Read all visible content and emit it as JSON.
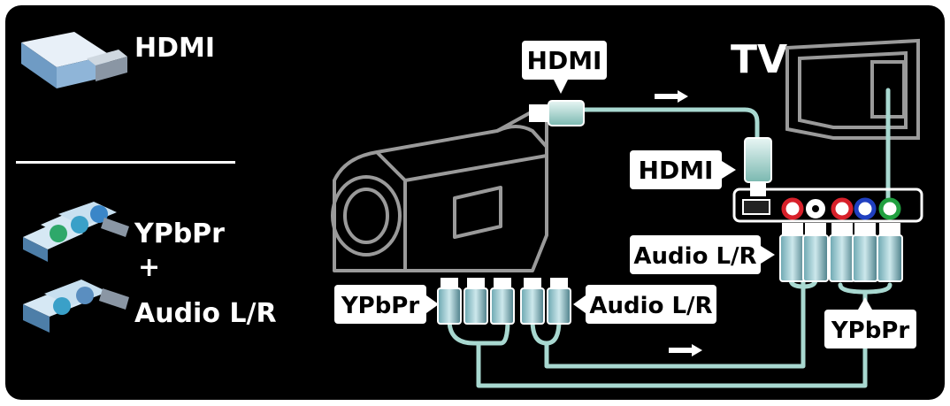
{
  "legend": {
    "hdmi_label": "HDMI",
    "ypbpr_label": "YPbPr",
    "plus_label": "+",
    "audio_label": "Audio L/R"
  },
  "diagram": {
    "tv_label": "TV",
    "hdmi_top_label": "HDMI",
    "hdmi_tv_label": "HDMI",
    "ypbpr_cam_label": "YPbPr",
    "audio_cam_label": "Audio L/R",
    "audio_tv_label": "Audio L/R",
    "ypbpr_tv_label": "YPbPr"
  },
  "colors": {
    "background": "#000000",
    "cable": "#a8d8d0",
    "outline": "#9a9a9a",
    "port_red": "#d8202a",
    "port_blue": "#2040c0",
    "port_green": "#20a040",
    "port_white": "#ffffff"
  }
}
